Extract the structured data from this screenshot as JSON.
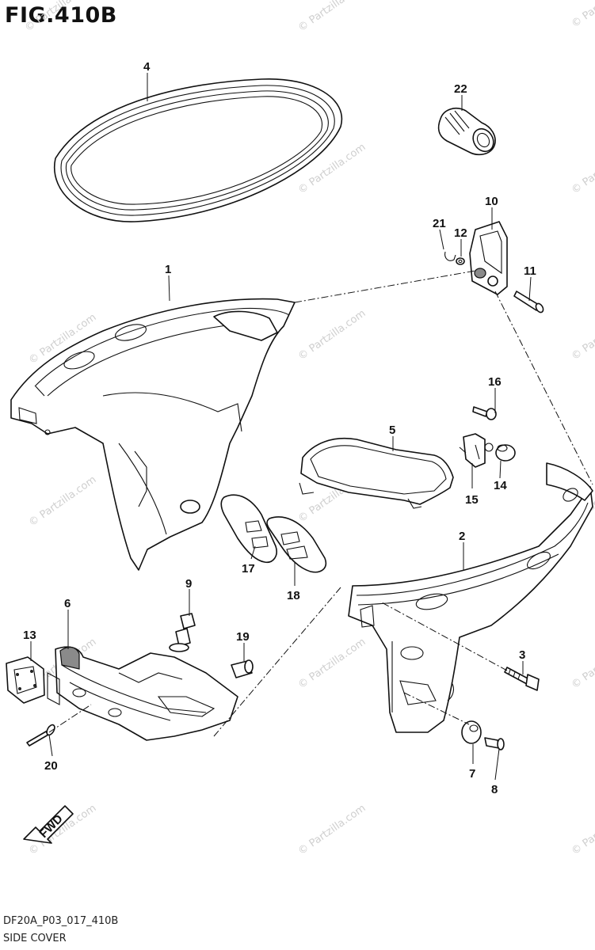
{
  "figure": {
    "title": "FIG.410B",
    "drawing_code": "DF20A_P03_017_410B",
    "description": "SIDE COVER"
  },
  "watermark": "© Partzilla.com",
  "fwd_label": "FWD",
  "callouts": {
    "c1": "1",
    "c2": "2",
    "c3": "3",
    "c4": "4",
    "c5": "5",
    "c6": "6",
    "c7": "7",
    "c8": "8",
    "c9": "9",
    "c10": "10",
    "c11": "11",
    "c12": "12",
    "c13": "13",
    "c14": "14",
    "c15": "15",
    "c16": "16",
    "c17": "17",
    "c18": "18",
    "c19": "19",
    "c20": "20",
    "c21": "21",
    "c22": "22"
  }
}
